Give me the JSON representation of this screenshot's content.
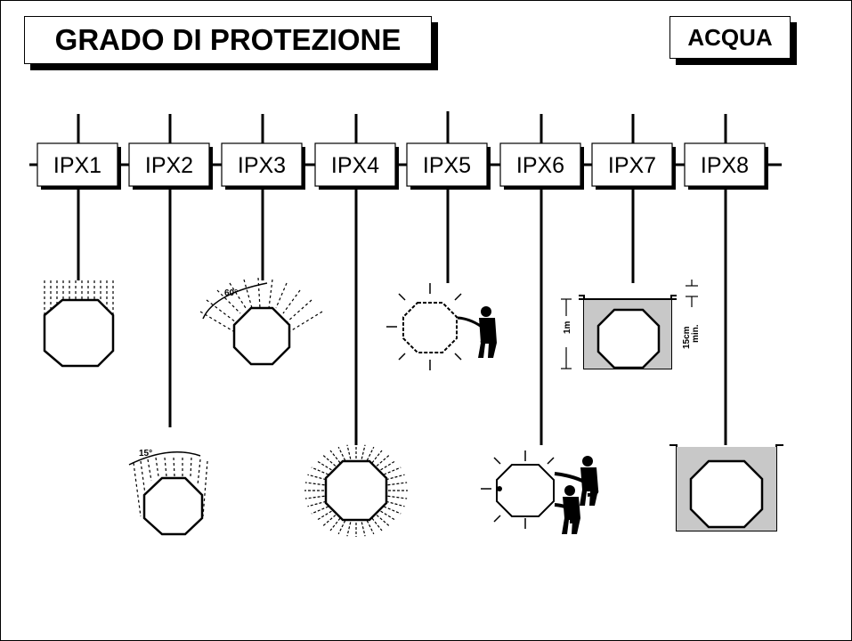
{
  "title": "GRADO DI PROTEZIONE",
  "category": "ACQUA",
  "levels": [
    {
      "code": "IPX1",
      "icon": "vertical-drip-icon"
    },
    {
      "code": "IPX2",
      "icon": "drip-15-degree-icon"
    },
    {
      "code": "IPX3",
      "icon": "spray-60-degree-icon"
    },
    {
      "code": "IPX4",
      "icon": "splash-all-directions-icon"
    },
    {
      "code": "IPX5",
      "icon": "water-jet-icon"
    },
    {
      "code": "IPX6",
      "icon": "powerful-water-jet-icon"
    },
    {
      "code": "IPX7",
      "icon": "temporary-immersion-icon"
    },
    {
      "code": "IPX8",
      "icon": "continuous-immersion-icon"
    }
  ],
  "annotations": {
    "ipx2_angle": "15°",
    "ipx3_angle": "60°",
    "ipx7_depth": "1m",
    "ipx7_min_top": "15cm",
    "ipx7_min_label": "min."
  }
}
